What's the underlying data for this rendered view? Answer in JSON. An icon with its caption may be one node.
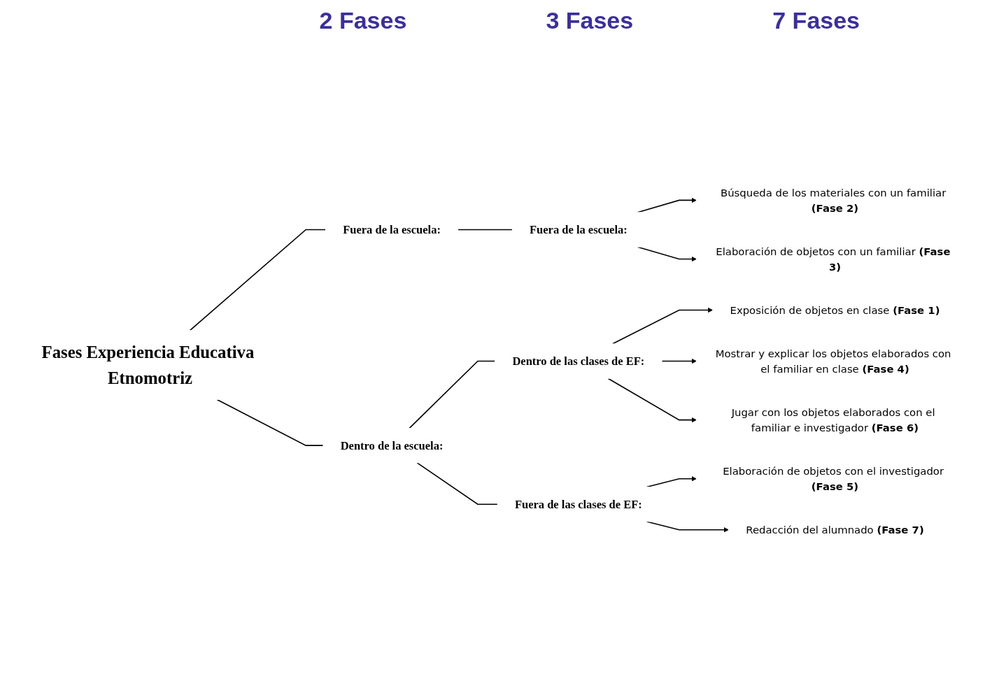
{
  "diagram": {
    "nodes": [
      {
        "text": [
          "Fases Experiencia Educativa Etnomotriz"
        ]
      },
      {
        "text": [
          "Fuera de la escuela:"
        ]
      },
      {
        "text": [
          "Dentro de la escuela:"
        ]
      },
      {
        "text": [
          "Fuera de la escuela:"
        ]
      },
      {
        "text": [
          "Dentro de las clases de EF:"
        ]
      },
      {
        "text": [
          "Fuera de las clases de EF:"
        ]
      },
      {
        "text": [
          "Búsqueda de los materiales con un familiar **(Fase 2)**"
        ]
      },
      {
        "text": [
          "Elaboración de objetos con un familiar **(Fase 3)**"
        ]
      },
      {
        "text": [
          "Exposición de objetos en clase **(Fase 1)**"
        ]
      },
      {
        "text": [
          "Mostrar y explicar los objetos elaborados con el familiar en clase **(Fase 4)**"
        ]
      },
      {
        "text": [
          "Jugar con los objetos elaborados con el familiar e investigador **(Fase 6)**"
        ]
      },
      {
        "text": [
          "Elaboración de objetos con el investigador **(Fase 5)**"
        ]
      },
      {
        "text": [
          "Redacción del alumnado **(Fase 7)**"
        ]
      }
    ],
    "edges": [
      {
        "from": 0,
        "to": 1,
        "arrow": "none"
      },
      {
        "from": 0,
        "to": 2,
        "arrow": "none"
      },
      {
        "from": 1,
        "to": 3,
        "arrow": "none"
      },
      {
        "from": 2,
        "to": 4,
        "arrow": "none"
      },
      {
        "from": 2,
        "to": 5,
        "arrow": "none"
      },
      {
        "from": 3,
        "to": 6,
        "arrow": "to"
      },
      {
        "from": 3,
        "to": 7,
        "arrow": "to"
      },
      {
        "from": 4,
        "to": 8,
        "arrow": "to"
      },
      {
        "from": 4,
        "to": 9,
        "arrow": "to"
      },
      {
        "from": 4,
        "to": 10,
        "arrow": "to"
      },
      {
        "from": 5,
        "to": 11,
        "arrow": "to"
      },
      {
        "from": 5,
        "to": 12,
        "arrow": "to"
      }
    ],
    "labels": [
      "2 Fases",
      "3 Fases",
      "7 Fases"
    ]
  }
}
